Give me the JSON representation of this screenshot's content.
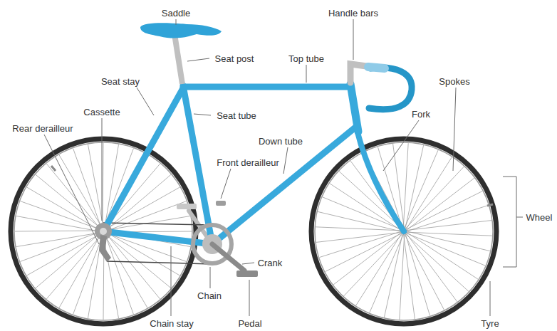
{
  "diagram": {
    "labels": [
      "Saddle",
      "Handle bars",
      "Seat post",
      "Top tube",
      "Seat stay",
      "Spokes",
      "Cassette",
      "Seat tube",
      "Fork",
      "Rear derailleur",
      "Down tube",
      "Front derailleur",
      "Wheel",
      "Crank",
      "Chain",
      "Pedal",
      "Chain stay",
      "Tyre"
    ]
  }
}
